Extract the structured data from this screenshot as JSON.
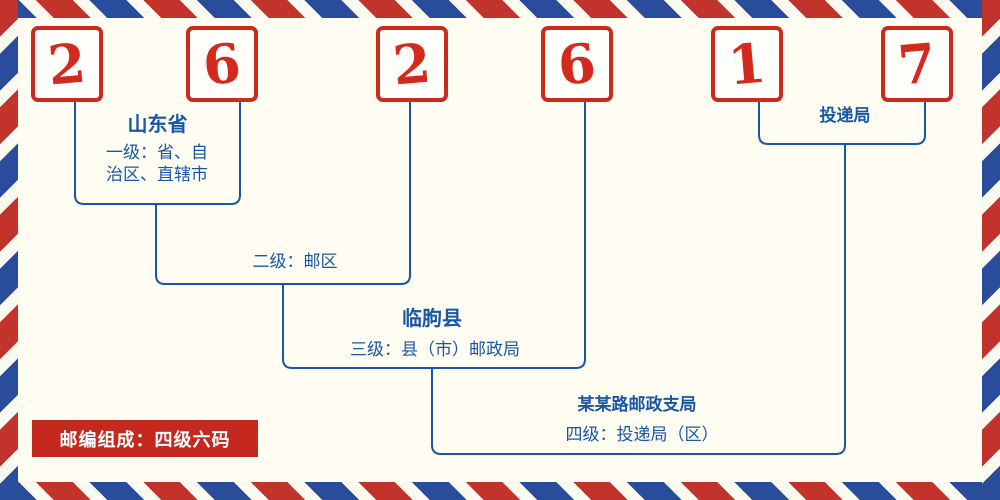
{
  "digits": [
    "2",
    "6",
    "2",
    "6",
    "1",
    "7"
  ],
  "levels": {
    "level1": {
      "region": "山东省",
      "desc_lines": [
        "一级：省、自",
        "治区、直辖市"
      ]
    },
    "level2": {
      "desc": "二级：邮区"
    },
    "level3": {
      "name": "临朐县",
      "desc": "三级：县（市）邮政局"
    },
    "level4": {
      "name": "某某路邮政支局",
      "desc": "四级：投递局（区）"
    },
    "delivery": {
      "label": "投递局"
    }
  },
  "badge": {
    "text": "邮编组成：四级六码"
  },
  "colors": {
    "digit_red": "#d32a1e",
    "line_blue": "#1857a6",
    "stripe_red": "#c2332c",
    "stripe_blue": "#2a4d9b",
    "background": "#fffdf2",
    "badge_background": "#c5281c",
    "badge_text": "#ffffff"
  }
}
